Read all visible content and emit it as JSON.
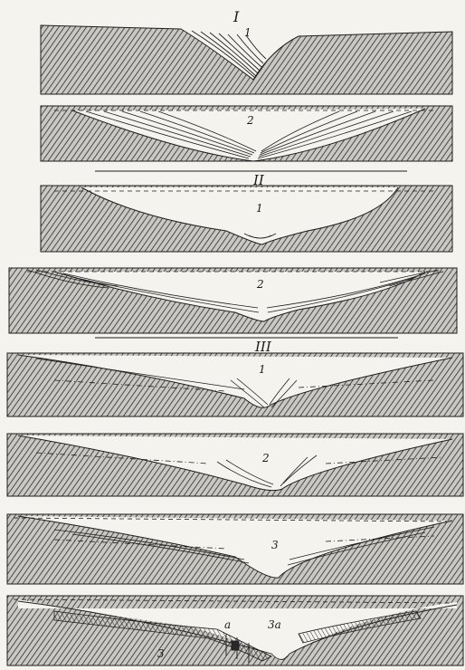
{
  "figure": {
    "stroke_color": "#1e1e1e",
    "paper_color": "#f4f3ee",
    "groups": [
      {
        "numeral": "I",
        "panels": [
          {
            "label": "1"
          },
          {
            "label": "2"
          }
        ]
      },
      {
        "numeral": "II",
        "panels": [
          {
            "label": "1"
          },
          {
            "label": "2"
          }
        ]
      },
      {
        "numeral": "III",
        "panels": [
          {
            "label": "1"
          },
          {
            "label": "2"
          },
          {
            "label": "3"
          },
          {
            "label": "3a",
            "annotations": [
              "a",
              "3"
            ]
          }
        ]
      }
    ]
  }
}
